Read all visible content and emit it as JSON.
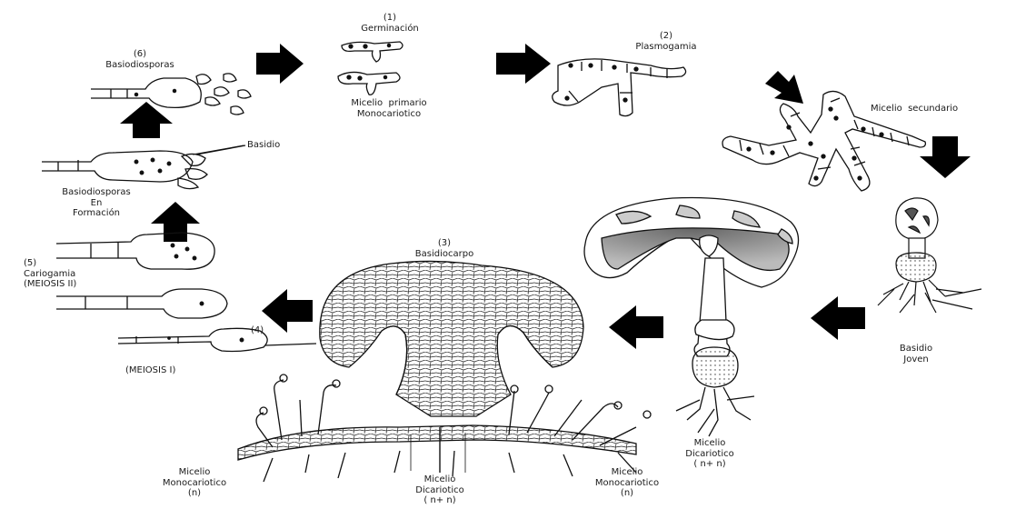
{
  "colors": {
    "ink": "#111111",
    "arrow": "#000000",
    "background": "#ffffff"
  },
  "labels": {
    "germinacion": "(1)\nGerminación",
    "micelio_primario": "Micelio  primario\nMonocariotico",
    "plasmogamia": "(2)\nPlasmogamia",
    "micelio_secundario": "Micelio  secundario",
    "basidio_joven": "Basidio\nJoven",
    "micelio_dicariotico_right": "Micelio\nDicariotico\n( n+ n)",
    "basidiocarpo": "(3)\nBasidiocarpo",
    "micelio_mono_left": "Micelio\nMonocariotico\n(n)",
    "micelio_dicariotico_center": "Micelio\nDicariotico\n( n+ n)",
    "micelio_mono_right": "Micelio\nMonocariotico\n(n)",
    "paso_4": "(4)",
    "meiosis_1": "(MEIOSIS I)",
    "cariogamia": "(5)\nCariogamia\n(MEIOSIS II)",
    "basiodiosporas_formacion": "Basiodiosporas\nEn\nFormación",
    "basidio": "Basidio",
    "basiodiosporas_6": "(6)\nBasiodiosporas"
  },
  "icons": [
    "arrow-right",
    "arrow-diagonal",
    "arrow-down",
    "arrow-left",
    "arrow-up"
  ]
}
